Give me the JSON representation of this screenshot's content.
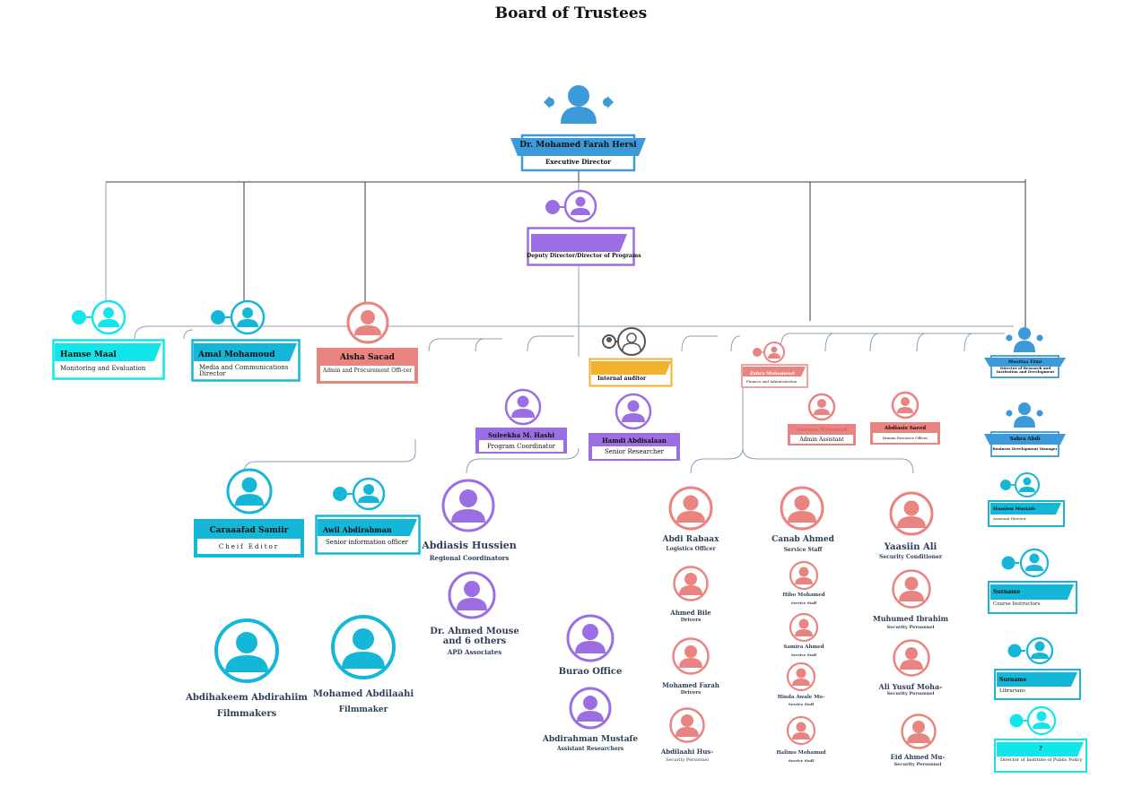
{
  "title": "Board of Trustees",
  "colors": {
    "blue": "#3d9ad9",
    "purple": "#9b6fe3",
    "red": "#ea8480",
    "cyan": "#15b7d9",
    "aqua": "#12e6ea",
    "gold": "#f3b22e",
    "line": "#8d9fb8"
  },
  "nodes": {
    "ed": {
      "name": "Dr. Mohamed Farah Hersi",
      "role": "Executive Director"
    },
    "dd": {
      "role": "Deputy Director/Director of Programs"
    },
    "hamse": {
      "name": "Hamse Maal",
      "role": "Monitoring and Evaluation"
    },
    "amal": {
      "name": "Amal Mohamoud",
      "role": "Media and Communications Director"
    },
    "aisha": {
      "name": "Aisha Sacad",
      "role": "Admin and Procurement Offi-cer"
    },
    "auditor": {
      "name": "Internal auditor"
    },
    "zahra": {
      "name": "Zahra Mohamoud",
      "role": "Finance and Administration"
    },
    "mustafa": {
      "name": "Mustfaa Elmi",
      "role": "Director of Research and Institution and Development"
    },
    "suleekha": {
      "name": "Suleekha M. Hashi",
      "role": "Program Coordinator"
    },
    "hamdi": {
      "name": "Hamdi Abdisalaan",
      "role": "Senior Researcher"
    },
    "yusraan": {
      "name": "Yusraan Mohamud",
      "role": "Admin Assistant"
    },
    "abdiasis_s": {
      "name": "Abdiasis Saeed",
      "role": "Human Resource Officer"
    },
    "sahra": {
      "name": "Sahra Abdi",
      "role": "Business Development Manager"
    },
    "caraa": {
      "name": "Caraaafad Samiir",
      "role": "Cheif Editor"
    },
    "awil": {
      "name": "Awil Abdirahman",
      "role": "Senior information  officer"
    },
    "abdiasis_h": {
      "name": "Abdiasis Hussien",
      "role": "Regional Coordinators"
    },
    "ahmed_m": {
      "name": "Dr. Ahmed Mouse and 6 others",
      "role": "APD Associates"
    },
    "burao": {
      "name": "Burao Office"
    },
    "abdirahman": {
      "name": "Abdirahman Mustafe",
      "role": "Assistant Researchers"
    },
    "abdihakeem": {
      "name": "Abdihakeem Abdirahiim",
      "role": "Filmmakers"
    },
    "mohamed_a": {
      "name": "Mohamed Abdilaahi",
      "role": "Filmmaker"
    },
    "abdi_r": {
      "name": "Abdi Rabaax",
      "role": "Logistics Officer"
    },
    "ahmed_b": {
      "name": "Ahmed Bile",
      "role": "Drivers"
    },
    "mohamed_f": {
      "name": "Mohamed Farah",
      "role": "Drivers"
    },
    "abdilaahi": {
      "name": "Abdilaahi Hus-",
      "role": "Security Personnel"
    },
    "canab": {
      "name": "Canab Ahmed",
      "role": "Service Staff"
    },
    "hibo": {
      "name": "Hibo Mohamed",
      "role": "Service Staff"
    },
    "samira": {
      "name": "Samira Ahmed",
      "role": "Service Staff"
    },
    "hinda": {
      "name": "Hinda Awale Mo-",
      "role": "Service Staff"
    },
    "halimo": {
      "name": "Halimo Mohamud",
      "role": "Service Staff"
    },
    "yaasiin": {
      "name": "Yaasiin Ali",
      "role": "Security Conditioner"
    },
    "muhumed": {
      "name": "Muhumed Ibrahim",
      "role": "Security Personnel"
    },
    "ali_y": {
      "name": "Ali Yusuf Moha-",
      "role": "Security Personnel"
    },
    "eid": {
      "name": "Eid Ahmed Mu-",
      "role": "Security Personnel"
    },
    "hussien_m": {
      "name": "Hussien Mustafe",
      "role": "Assistant Director"
    },
    "surname1": {
      "name": "Surname",
      "role": "Course Instructors"
    },
    "surname2": {
      "name": "Surname",
      "role": "Librarians"
    },
    "unknown": {
      "name": "?",
      "role": "Director of Institute of Public Policy"
    }
  }
}
